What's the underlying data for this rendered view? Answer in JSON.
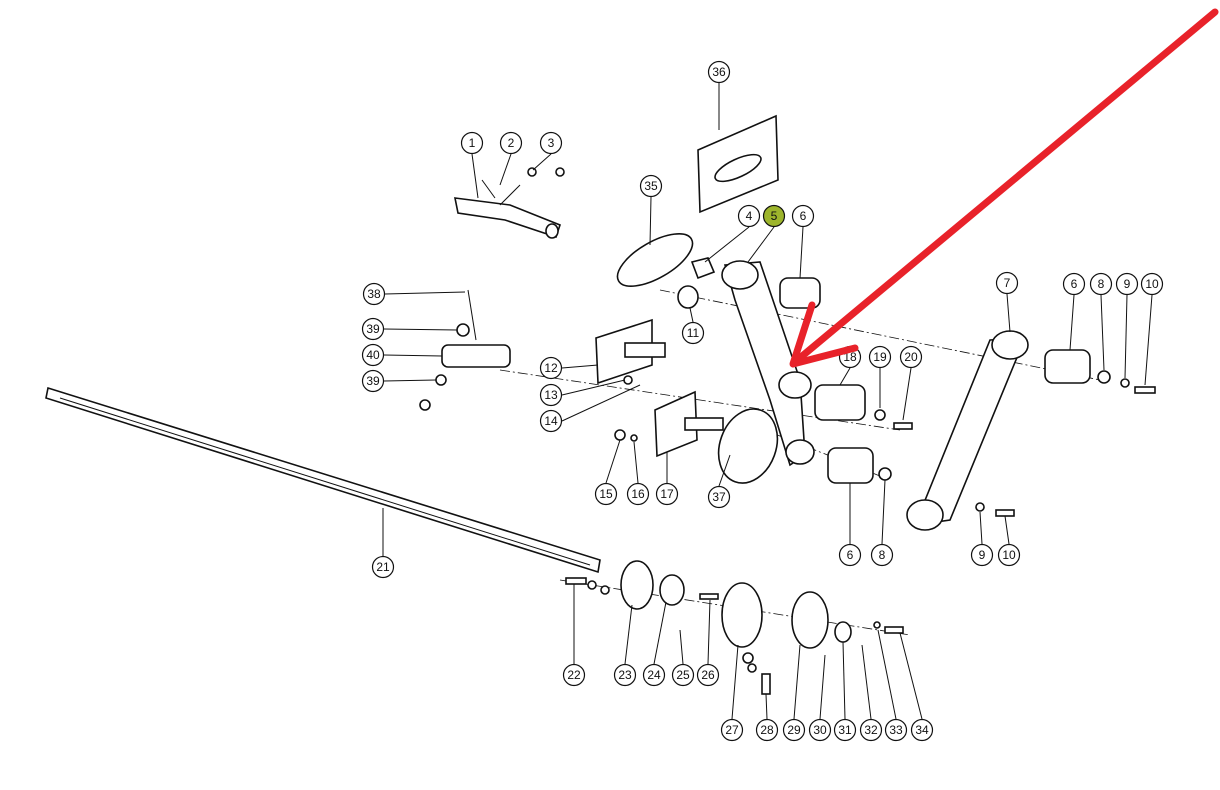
{
  "diagram": {
    "type": "exploded-parts-diagram",
    "callouts": [
      "1",
      "2",
      "3",
      "36",
      "35",
      "4",
      "5",
      "6",
      "7",
      "6",
      "8",
      "9",
      "10",
      "38",
      "39",
      "40",
      "39",
      "12",
      "11",
      "13",
      "14",
      "18",
      "19",
      "20",
      "15",
      "16",
      "17",
      "37",
      "6",
      "8",
      "9",
      "10",
      "21",
      "22",
      "23",
      "24",
      "25",
      "26",
      "27",
      "28",
      "29",
      "30",
      "31",
      "32",
      "33",
      "34"
    ],
    "highlighted_part": "5",
    "colors": {
      "highlight": "#9db52c",
      "arrow": "#e8222a",
      "line": "#111111"
    }
  }
}
